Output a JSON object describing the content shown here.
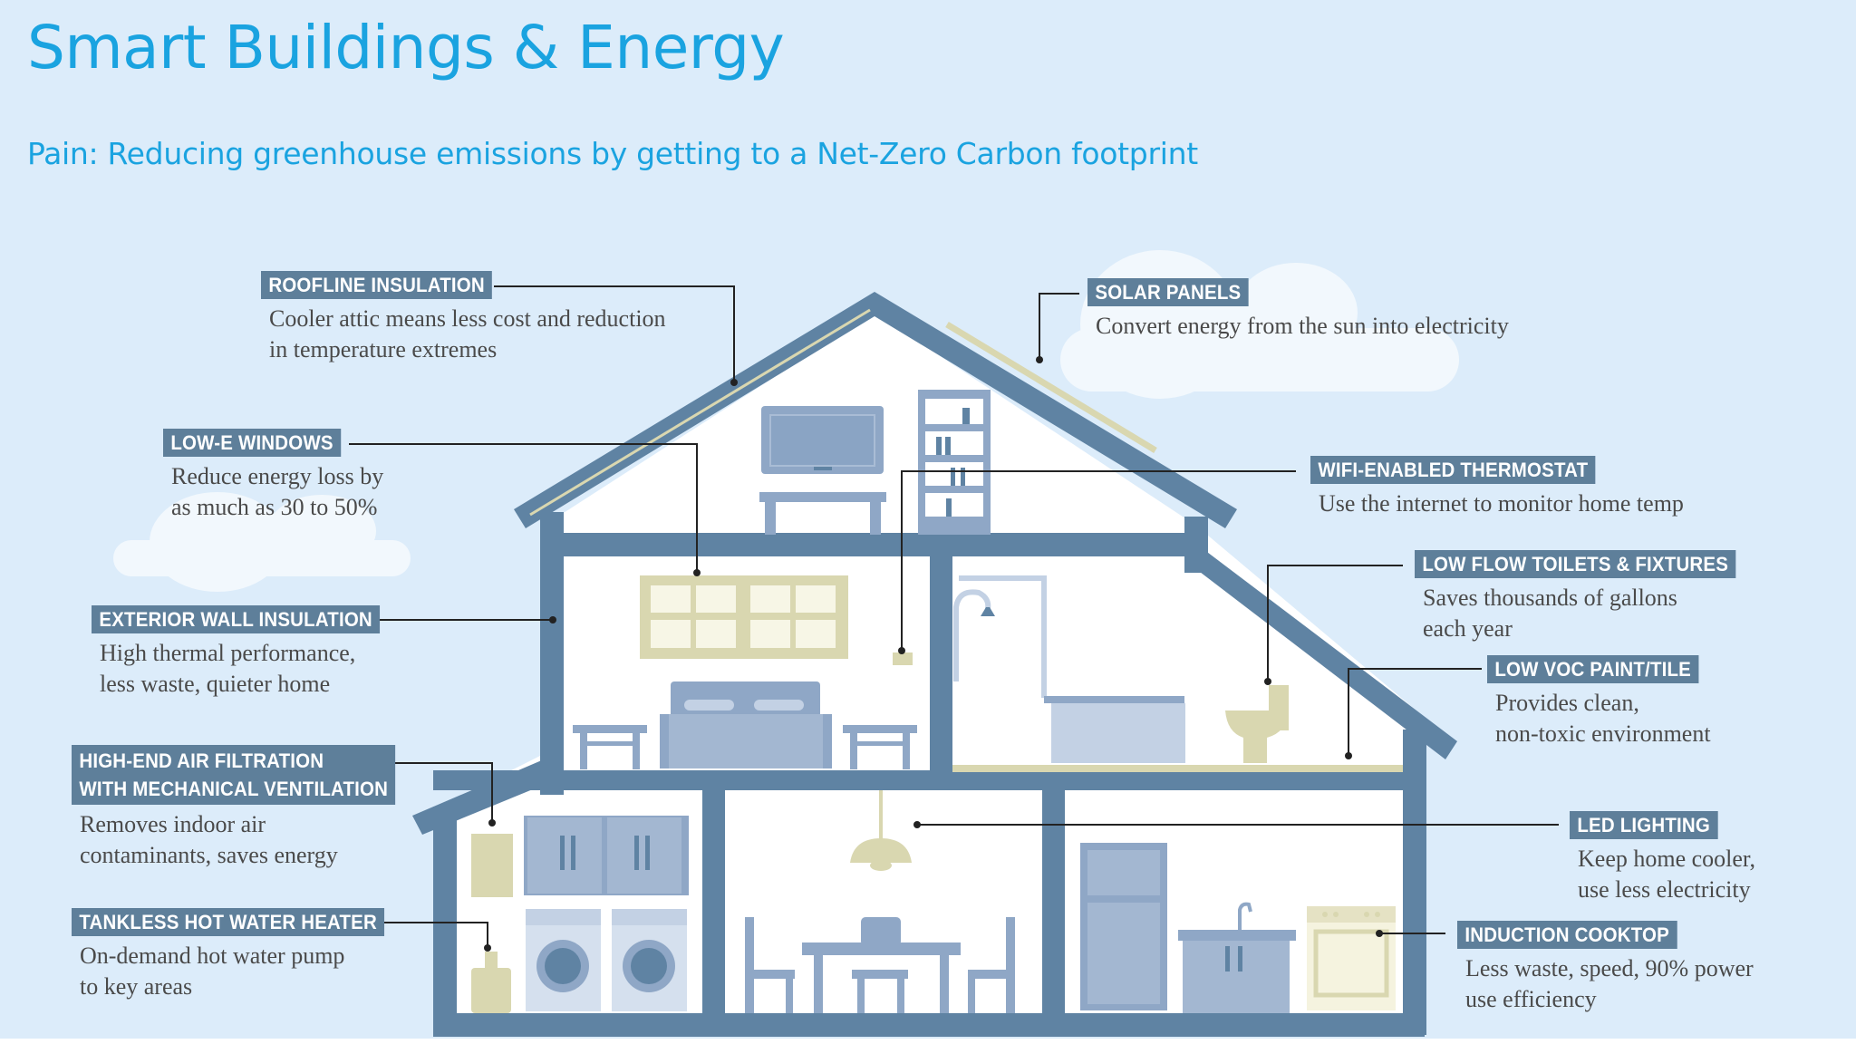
{
  "slide": {
    "title": "Smart Buildings & Energy",
    "subtitle": "Pain: Reducing greenhouse emissions by getting to a Net-Zero Carbon footprint"
  },
  "colors": {
    "title": "#1aa3e0",
    "background": "#dcecfa",
    "house_frame": "#5f83a3",
    "label_bg": "#5e7f9a",
    "furniture_blue": "#8fa7c6",
    "accent_tan": "#d9d7b0"
  },
  "callouts": [
    {
      "id": "roofline",
      "label": "ROOFLINE INSULATION",
      "desc": "Cooler attic means less cost and reduction\nin temperature extremes"
    },
    {
      "id": "low-e",
      "label": "LOW-E WINDOWS",
      "desc": "Reduce energy loss by\nas much as 30 to 50%"
    },
    {
      "id": "exterior-wall",
      "label": "EXTERIOR WALL INSULATION",
      "desc": "High thermal performance,\nless waste, quieter home"
    },
    {
      "id": "air-filtration",
      "label": "HIGH-END AIR FILTRATION\nWITH MECHANICAL VENTILATION",
      "desc": "Removes indoor air\ncontaminants, saves energy"
    },
    {
      "id": "tankless",
      "label": "TANKLESS HOT WATER HEATER",
      "desc": "On-demand hot water pump\nto key areas"
    },
    {
      "id": "solar",
      "label": "SOLAR PANELS",
      "desc": "Convert energy from the sun into electricity"
    },
    {
      "id": "thermostat",
      "label": "WIFI-ENABLED THERMOSTAT",
      "desc": "Use the internet to monitor home temp"
    },
    {
      "id": "low-flow",
      "label": "LOW FLOW TOILETS & FIXTURES",
      "desc": "Saves thousands of gallons\neach year"
    },
    {
      "id": "low-voc",
      "label": "LOW VOC PAINT/TILE",
      "desc": "Provides clean,\nnon-toxic environment"
    },
    {
      "id": "led",
      "label": "LED LIGHTING",
      "desc": "Keep home cooler,\nuse less electricity"
    },
    {
      "id": "induction",
      "label": "INDUCTION COOKTOP",
      "desc": "Less waste, speed, 90% power\nuse efficiency"
    }
  ]
}
